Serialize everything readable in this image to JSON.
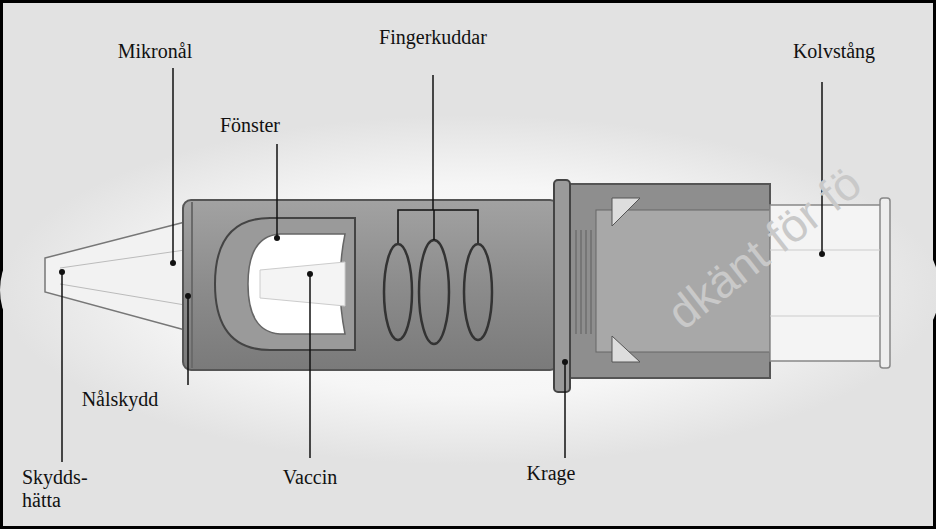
{
  "diagram": {
    "labels": [
      "Mikronål",
      "Fingerkuddar",
      "Kolvstång",
      "Fönster",
      "Nålskydd",
      "Skydds- hätta",
      "Vaccin",
      "Krage",
      "dkänt för fö"
    ]
  }
}
